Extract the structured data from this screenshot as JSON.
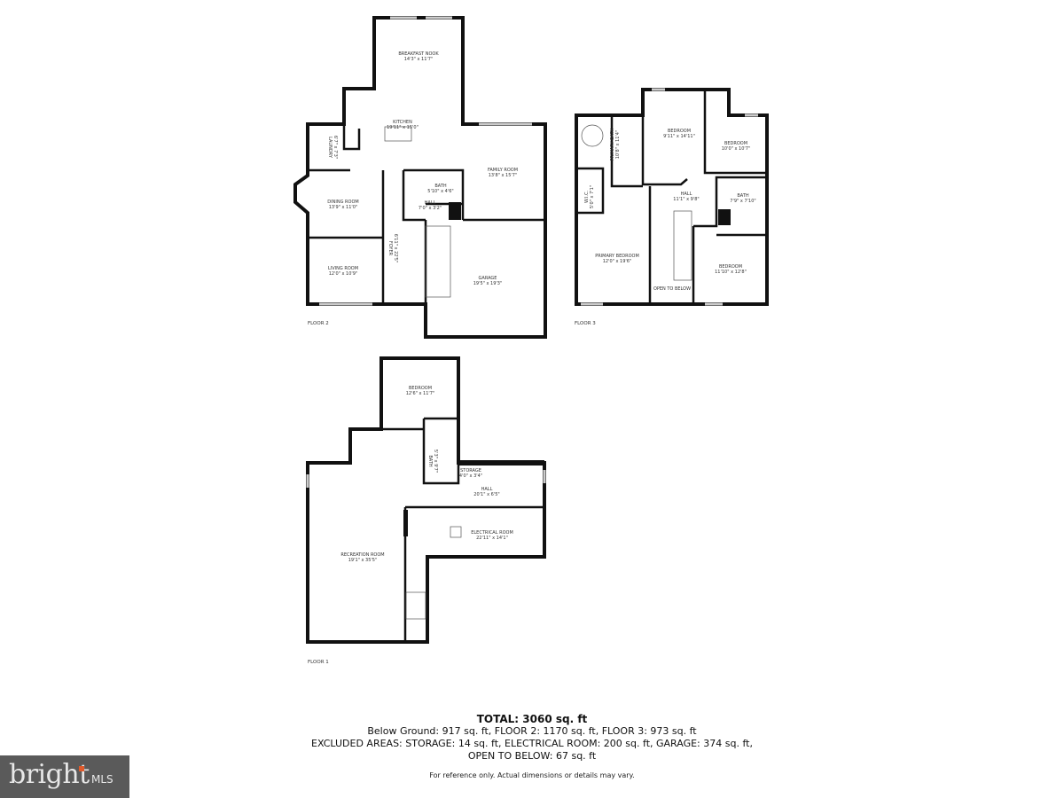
{
  "floors": {
    "floor2": {
      "label": "FLOOR 2",
      "rooms": [
        {
          "name": "BREAKFAST NOOK",
          "dim": "14'3\" x 11'7\""
        },
        {
          "name": "KITCHEN",
          "dim": "19'11\" x 15'0\""
        },
        {
          "name": "LAUNDRY",
          "dim": "6'7\" x 7'3\""
        },
        {
          "name": "DINING ROOM",
          "dim": "13'9\" x 11'0\""
        },
        {
          "name": "LIVING ROOM",
          "dim": "12'0\" x 10'9\""
        },
        {
          "name": "FOYER",
          "dim": "6'11\" x 22'5\""
        },
        {
          "name": "FAMILY ROOM",
          "dim": "13'8\" x 15'7\""
        },
        {
          "name": "BATH",
          "dim": "5'10\" x 4'6\""
        },
        {
          "name": "HALL",
          "dim": "7'0\" x 3'2\""
        },
        {
          "name": "GARAGE",
          "dim": "19'5\" x 19'3\""
        }
      ]
    },
    "floor3": {
      "label": "FLOOR 3",
      "rooms": [
        {
          "name": "BEDROOM",
          "dim": "9'11\" x 14'11\""
        },
        {
          "name": "BEDROOM",
          "dim": "10'0\" x 10'7\""
        },
        {
          "name": "PRIMARY BATH",
          "dim": "10'8\" x 11'4\""
        },
        {
          "name": "W.I.C.",
          "dim": "5'0\" x 7'1\""
        },
        {
          "name": "HALL",
          "dim": "11'1\" x 9'8\""
        },
        {
          "name": "BATH",
          "dim": "7'9\" x 7'10\""
        },
        {
          "name": "PRIMARY BEDROOM",
          "dim": "12'0\" x 19'6\""
        },
        {
          "name": "OPEN TO BELOW",
          "dim": ""
        },
        {
          "name": "BEDROOM",
          "dim": "11'10\" x 12'8\""
        }
      ]
    },
    "floor1": {
      "label": "FLOOR 1",
      "rooms": [
        {
          "name": "BEDROOM",
          "dim": "12'6\" x 11'7\""
        },
        {
          "name": "BATH",
          "dim": "5'3\" x 9'7\""
        },
        {
          "name": "STORAGE",
          "dim": "4'0\" x 3'4\""
        },
        {
          "name": "HALL",
          "dim": "20'1\" x 6'5\""
        },
        {
          "name": "ELECTRICAL ROOM",
          "dim": "22'11\" x 14'1\""
        },
        {
          "name": "RECREATION ROOM",
          "dim": "19'1\" x 35'5\""
        }
      ]
    }
  },
  "summary": {
    "total": "TOTAL: 3060 sq. ft",
    "line1": "Below Ground: 917 sq. ft, FLOOR 2: 1170 sq. ft, FLOOR 3: 973 sq. ft",
    "line2": "EXCLUDED AREAS: STORAGE: 14 sq. ft, ELECTRICAL ROOM: 200 sq. ft, GARAGE: 374 sq. ft,",
    "line3": "OPEN TO BELOW: 67 sq. ft",
    "note": "For reference only. Actual dimensions or details may vary."
  },
  "logo": {
    "text": "bright",
    "suffix": "MLS",
    "accent": "#e05a2b",
    "background": "#5a5a5a"
  }
}
